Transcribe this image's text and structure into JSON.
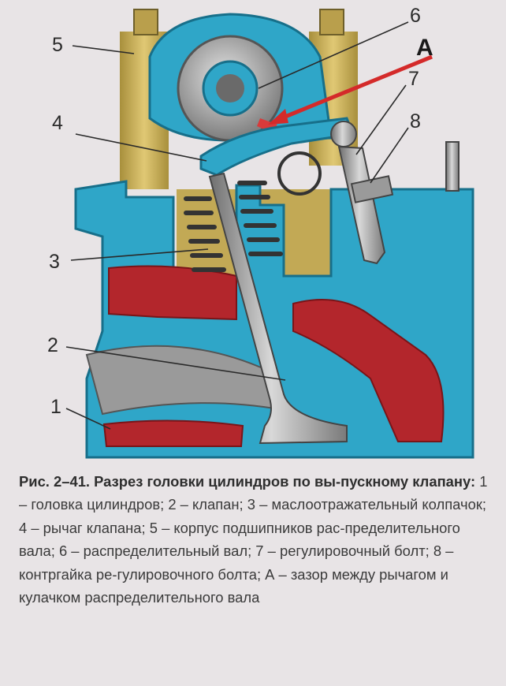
{
  "callouts": {
    "c1": "1",
    "c2": "2",
    "c3": "3",
    "c4": "4",
    "c5": "5",
    "c6": "6",
    "c7": "7",
    "c8": "8",
    "cA": "А"
  },
  "caption": {
    "lead": "Рис. 2–41. Разрез головки цилиндров по вы-пускному клапану:",
    "body": " 1 – головка цилиндров; 2 – клапан; 3 – маслоотражательный колпачок; 4 – рычаг клапана; 5 – корпус подшипников рас-пределительного вала; 6 – распределительный вал; 7 – регулировочный болт; 8 – контргайка ре-гулировочного болта; А – зазор между рычагом и кулачком распределительного вала"
  },
  "colors": {
    "head_blue": "#2fa6c8",
    "housing_tan": "#c9b05a",
    "coolant_red": "#b3262c",
    "steel_gray": "#8c8c8c",
    "background": "#e8e4e6"
  }
}
